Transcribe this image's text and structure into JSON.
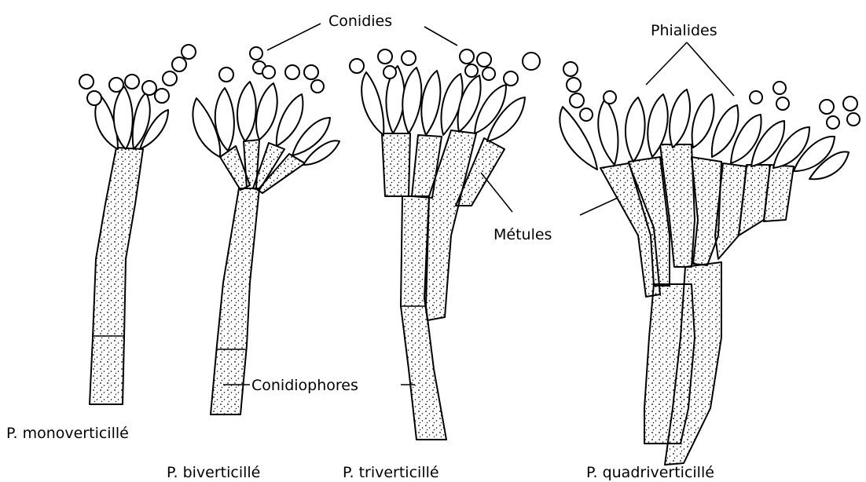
{
  "labels": {
    "conidies": "Conidies",
    "phialides": "Phialides",
    "metules": "Métules",
    "conidiophores": "Conidiophores",
    "mono": "P. monoverticillé",
    "bi": "P. biverticillé",
    "tri": "P. triverticillé",
    "quadri": "P. quadriverticillé"
  },
  "colors": {
    "ink": "#000000",
    "background": "#ffffff"
  }
}
